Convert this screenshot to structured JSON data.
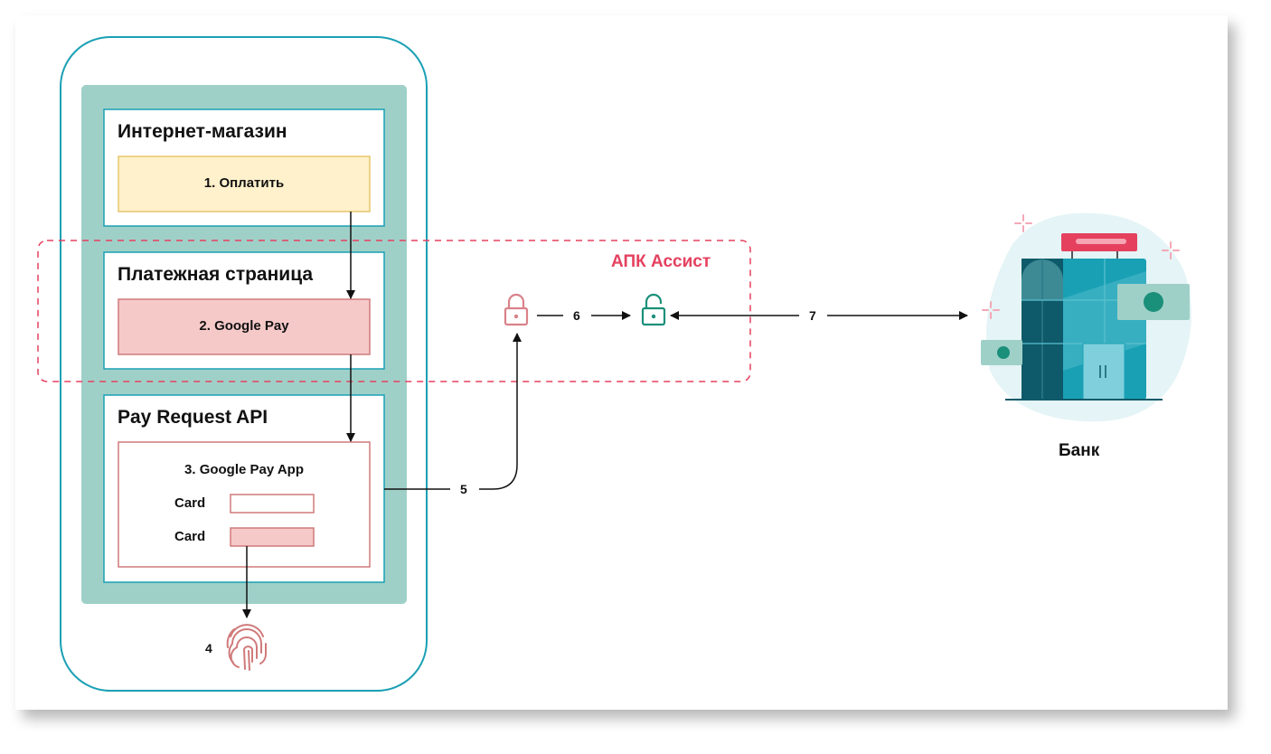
{
  "shop": {
    "title": "Интернет-магазин",
    "button": "1. Оплатить"
  },
  "payment_page": {
    "title": "Платежная страница",
    "button": "2. Google Pay"
  },
  "pay_request": {
    "title": "Pay Request API",
    "app_title": "3. Google Pay App",
    "card_label_1": "Card",
    "card_label_2": "Card"
  },
  "steps": {
    "s4": "4",
    "s5": "5",
    "s6": "6",
    "s7": "7"
  },
  "apk": {
    "label": "АПК Ассист"
  },
  "bank": {
    "label": "Банк"
  },
  "icons": {
    "locked": "lock-closed-icon",
    "unlocked": "lock-open-icon",
    "fingerprint": "fingerprint-icon",
    "bank": "bank-building-icon"
  },
  "colors": {
    "teal": "#9fd0c8",
    "frame": "#1aa0b4",
    "yellow": "#fff1cc",
    "pink": "#f6c9c9",
    "red_dash": "#e5415f",
    "lock_red": "#d9828a",
    "lock_green": "#1a8f7a"
  }
}
